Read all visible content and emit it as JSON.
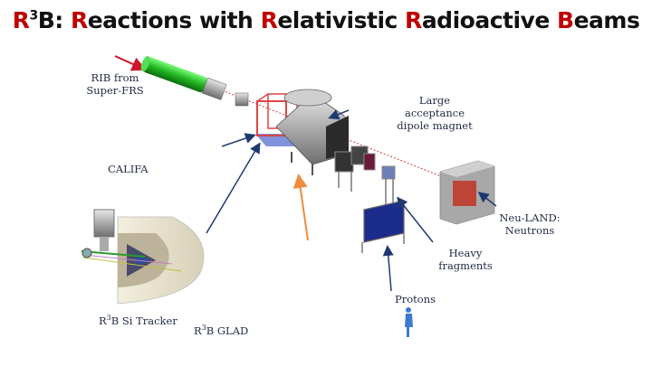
{
  "title": {
    "part1_red": "R",
    "sup": "3",
    "part2": "B: ",
    "w1_red": "R",
    "w1_rest": "eactions with ",
    "w2_red": "R",
    "w2_rest": "elativistic ",
    "w3_red": "R",
    "w3_rest": "adioactive ",
    "w4_red": "B",
    "w4_rest": "eams"
  },
  "labels": {
    "rib_line1": "RIB from",
    "rib_line2": "Super-FRS",
    "dipole_line1": "Large",
    "dipole_line2": "acceptance",
    "dipole_line3": "dipole magnet",
    "califa": "CALIFA",
    "neuland_line1": "Neu-LAND:",
    "neuland_line2": "Neutrons",
    "heavy_line1": "Heavy",
    "heavy_line2": "fragments",
    "protons": "Protons",
    "si_tracker_pre": "R",
    "si_tracker_sup": "3",
    "si_tracker_post": "B Si Tracker",
    "glad_pre": "R",
    "glad_sup": "3",
    "glad_post": "B GLAD"
  },
  "colors": {
    "accent_red": "#c00000",
    "beam_green": "#33cc33",
    "arrow_navy": "#1f3a6e",
    "arrow_orange": "#f08a3c",
    "neuland_red": "#c0392b"
  }
}
